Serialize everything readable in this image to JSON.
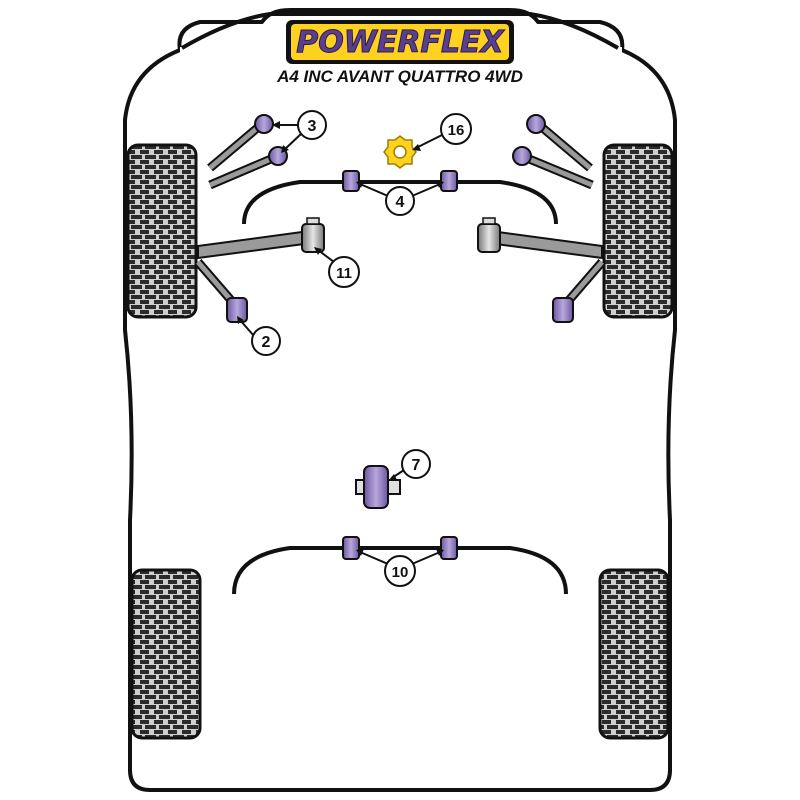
{
  "header": {
    "brand": "POWERFLEX",
    "model": "A4 INC AVANT QUATTRO 4WD"
  },
  "colors": {
    "outline": "#111111",
    "bush_purple": "#8a73b8",
    "bush_purple_light": "#b7a7dc",
    "bush_purple_dark": "#5e4a8c",
    "logo_yellow": "#ffd21f",
    "logo_purple": "#5a3f8c",
    "tyre_dark": "#2b2b2b",
    "tyre_light": "#cfcfcf",
    "arm_grey": "#9a9a9a"
  },
  "callouts": [
    {
      "id": "callout-3",
      "label": "3"
    },
    {
      "id": "callout-16",
      "label": "16"
    },
    {
      "id": "callout-4",
      "label": "4"
    },
    {
      "id": "callout-11",
      "label": "11"
    },
    {
      "id": "callout-2",
      "label": "2"
    },
    {
      "id": "callout-7",
      "label": "7"
    },
    {
      "id": "callout-10",
      "label": "10"
    }
  ]
}
